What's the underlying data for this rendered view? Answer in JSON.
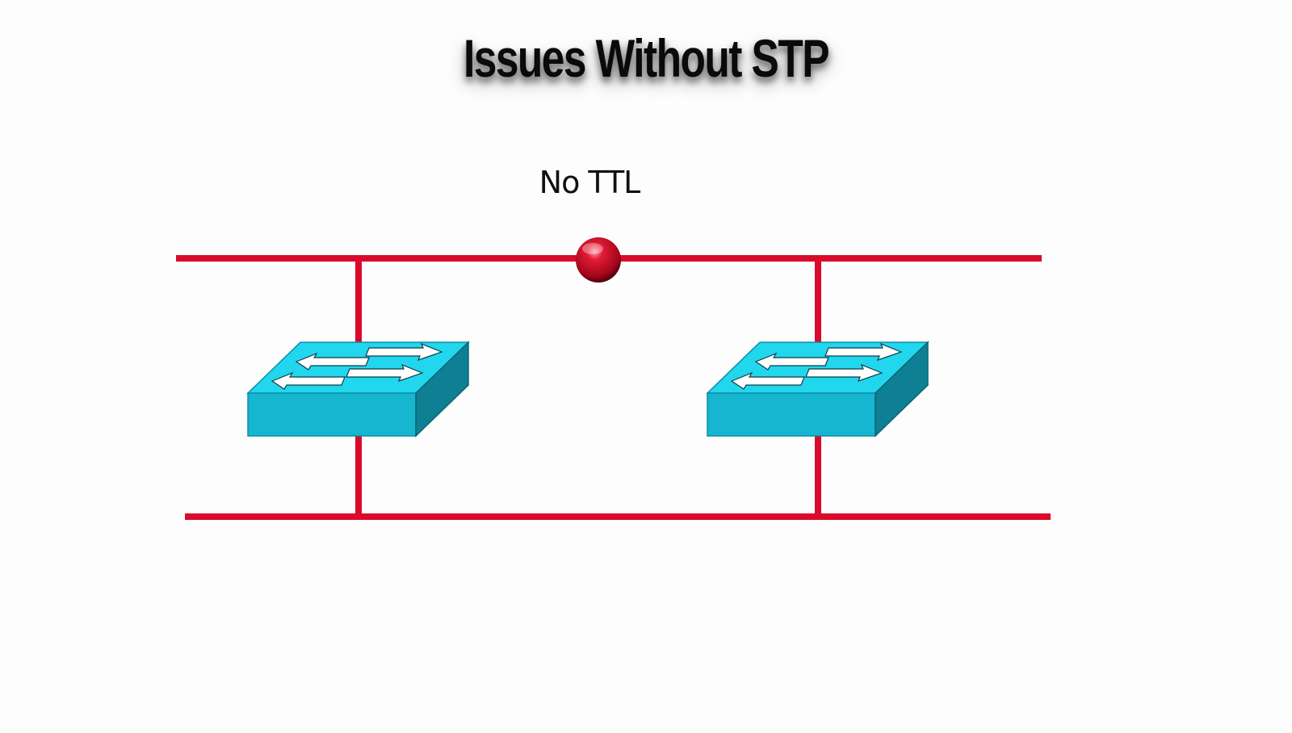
{
  "slide": {
    "title": "Issues Without STP"
  },
  "diagram": {
    "packet_label": "No TTL",
    "link_color": "#d90a2c",
    "switch_colors": {
      "top": "#22d6ee",
      "front": "#16b5d0",
      "side": "#0f7f93"
    },
    "nodes": [
      {
        "name": "switch-left",
        "icon": "switch-icon"
      },
      {
        "name": "switch-right",
        "icon": "switch-icon"
      }
    ],
    "packet": {
      "icon": "packet-icon",
      "color": "#c80a22"
    }
  }
}
